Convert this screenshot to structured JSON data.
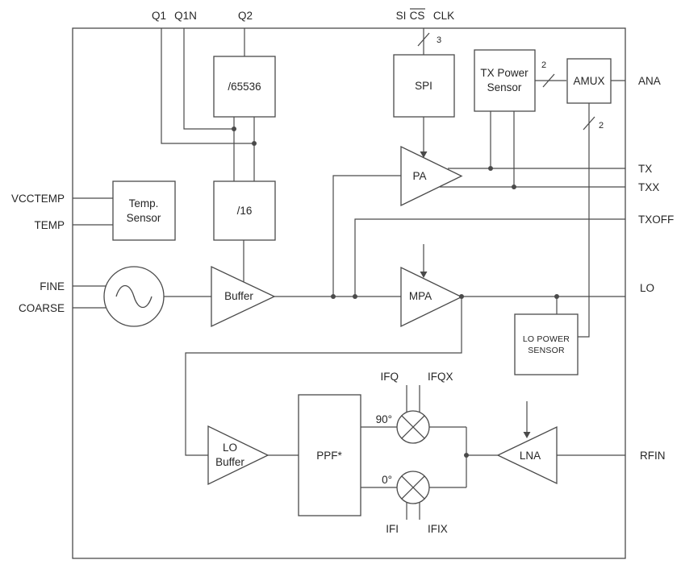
{
  "diagram_type": "rf-transceiver-block-diagram",
  "colors": {
    "background": "#ffffff",
    "line": "#4a4a4a",
    "text": "#262626"
  },
  "pins": {
    "q1": "Q1",
    "q1n": "Q1N",
    "q2": "Q2",
    "si": "SI",
    "cs": "CS",
    "clk": "CLK",
    "vcctemp": "VCCTEMP",
    "temp": "TEMP",
    "fine": "FINE",
    "coarse": "COARSE",
    "ana": "ANA",
    "tx": "TX",
    "txx": "TXX",
    "txoff": "TXOFF",
    "lo": "LO",
    "rfin": "RFIN",
    "ifq": "IFQ",
    "ifqx": "IFQX",
    "ifi": "IFI",
    "ifix": "IFIX"
  },
  "blocks": {
    "div65536": "/65536",
    "spi": "SPI",
    "tx_power_sensor_1": "TX Power",
    "tx_power_sensor_2": "Sensor",
    "amux": "AMUX",
    "temp_sensor_1": "Temp.",
    "temp_sensor_2": "Sensor",
    "div16": "/16",
    "buffer": "Buffer",
    "pa": "PA",
    "mpa": "MPA",
    "lo_power_sensor_1": "LO POWER",
    "lo_power_sensor_2": "SENSOR",
    "lo_buffer_1": "LO",
    "lo_buffer_2": "Buffer",
    "ppf": "PPF*",
    "lna": "LNA"
  },
  "annotations": {
    "spi_bus_width": "3",
    "tx_sensor_bus_width": "2",
    "lo_sensor_bus_width": "2",
    "mixer_q_phase": "90°",
    "mixer_i_phase": "0°"
  }
}
